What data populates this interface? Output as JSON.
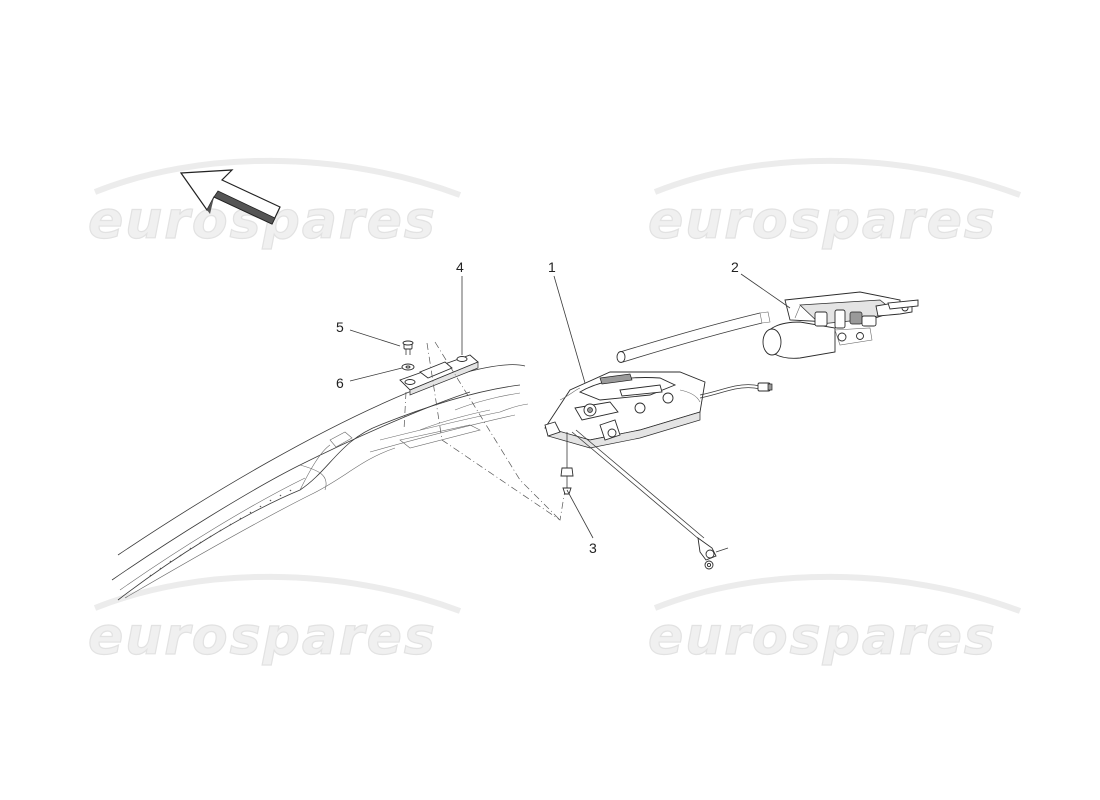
{
  "watermark": {
    "text": "eurospares",
    "color": "#e6e6e6"
  },
  "callouts": [
    {
      "id": "1",
      "label": "1"
    },
    {
      "id": "2",
      "label": "2"
    },
    {
      "id": "3",
      "label": "3"
    },
    {
      "id": "4",
      "label": "4"
    },
    {
      "id": "5",
      "label": "5"
    },
    {
      "id": "6",
      "label": "6"
    }
  ],
  "icons": {
    "direction": "front-direction-arrow-icon"
  },
  "colors": {
    "line": "#2c2c2c",
    "background": "#ffffff"
  }
}
